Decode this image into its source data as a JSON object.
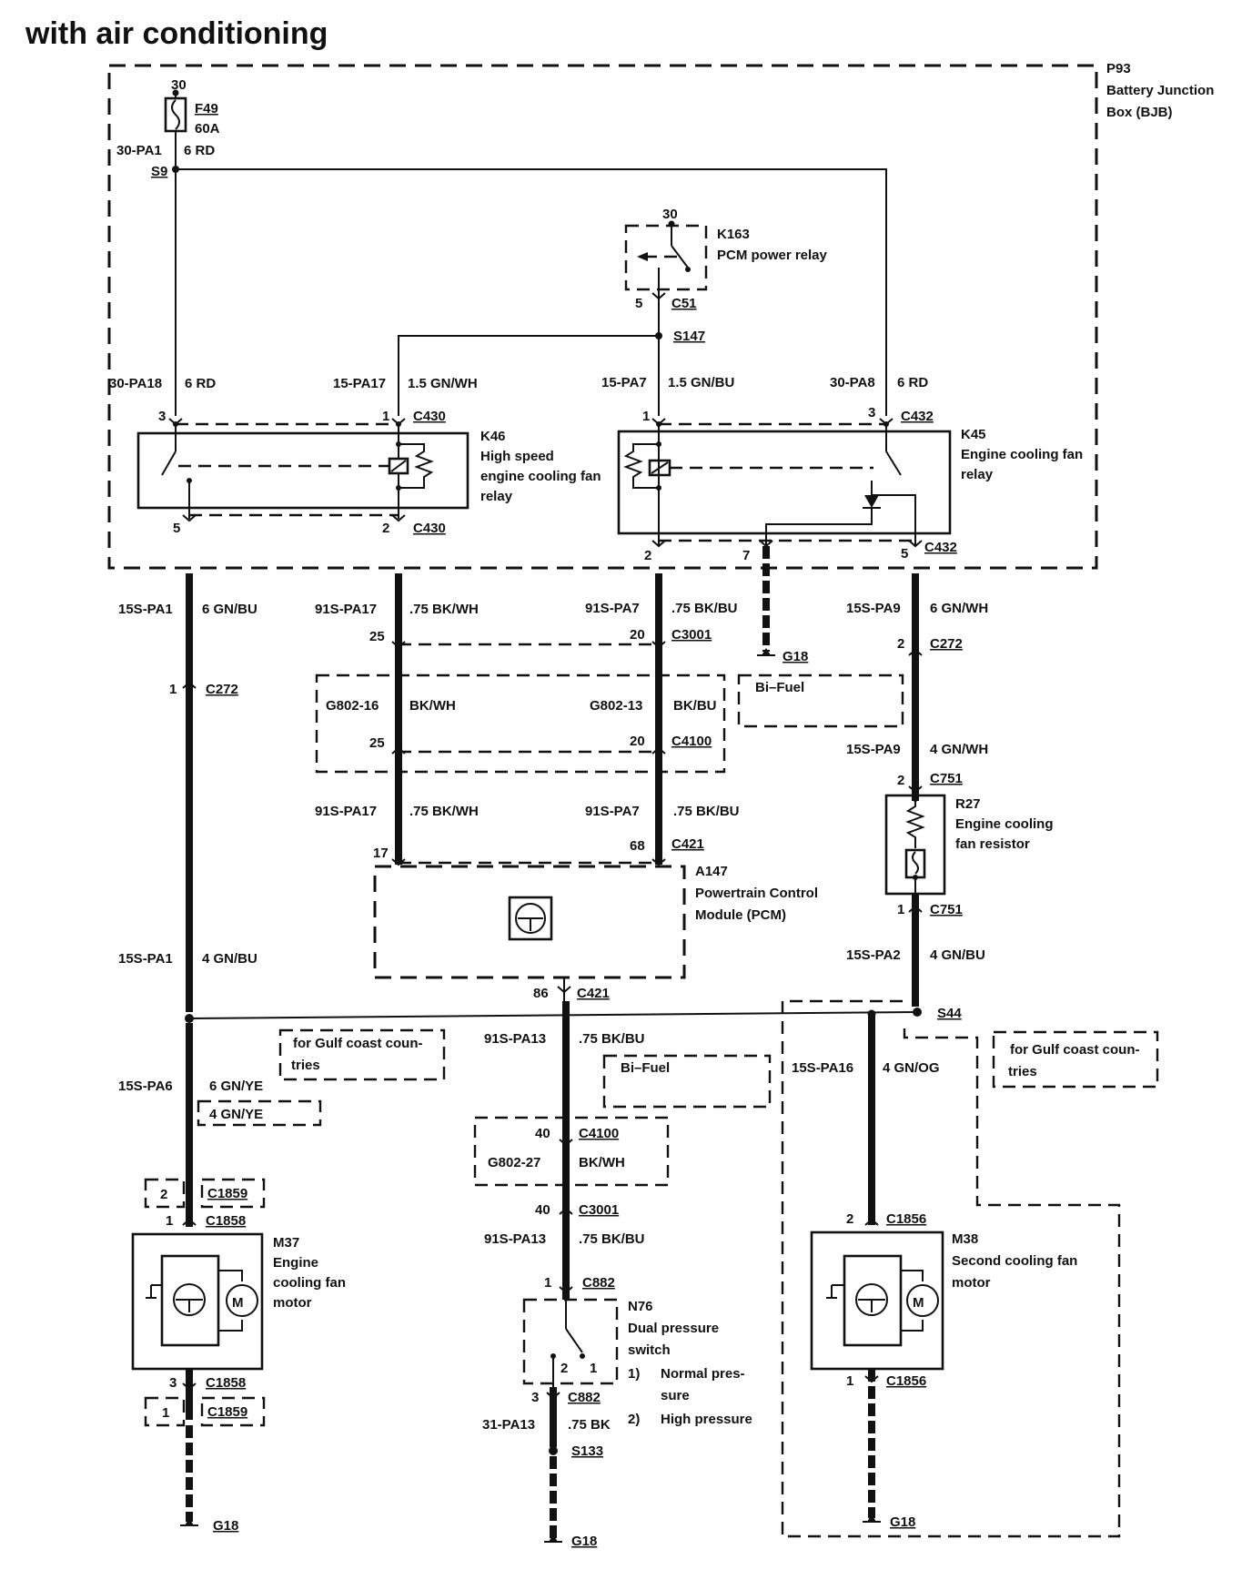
{
  "title": "with air conditioning",
  "bjb": {
    "id": "P93",
    "line1": "Battery Junction",
    "line2": "Box (BJB)"
  },
  "fuse": {
    "id": "F49",
    "rating": "60A",
    "terminal": "30"
  },
  "splices": {
    "s9": "S9",
    "s147": "S147",
    "s44": "S44",
    "s133": "S133"
  },
  "wires": {
    "pa1_top": "30-PA1",
    "pa1_top_spec": "6 RD",
    "pa18": "30-PA18",
    "pa18_spec": "6 RD",
    "pa17_top": "15-PA17",
    "pa17_top_spec": "1.5 GN/WH",
    "pa7_top": "15-PA7",
    "pa7_top_spec": "1.5 GN/BU",
    "pa8": "30-PA8",
    "pa8_spec": "6 RD",
    "s_pa1": "15S-PA1",
    "s_pa1_spec": "6 GN/BU",
    "s_pa17": "91S-PA17",
    "s_pa17_spec": ".75 BK/WH",
    "s_pa7": "91S-PA7",
    "s_pa7_spec": ".75 BK/BU",
    "s_pa9": "15S-PA9",
    "s_pa9_spec": "6 GN/WH",
    "s_pa9b": "15S-PA9",
    "s_pa9b_spec": "4 GN/WH",
    "g802_16": "G802-16",
    "g802_16_spec": "BK/WH",
    "g802_13": "G802-13",
    "g802_13_spec": "BK/BU",
    "s_pa17b": "91S-PA17",
    "s_pa17b_spec": ".75 BK/WH",
    "s_pa7b": "91S-PA7",
    "s_pa7b_spec": ".75 BK/BU",
    "s_pa1b": "15S-PA1",
    "s_pa1b_spec": "4 GN/BU",
    "s_pa2": "15S-PA2",
    "s_pa2_spec": "4 GN/BU",
    "s_pa13": "91S-PA13",
    "s_pa13_spec": ".75 BK/BU",
    "s_pa6": "15S-PA6",
    "s_pa6_spec": "6 GN/YE",
    "s_pa6_alt": "4 GN/YE",
    "s_pa16": "15S-PA16",
    "s_pa16_spec": "4 GN/OG",
    "g802_27": "G802-27",
    "g802_27_spec": "BK/WH",
    "s_pa13b": "91S-PA13",
    "s_pa13b_spec": ".75 BK/BU",
    "pa13_gnd": "31-PA13",
    "pa13_gnd_spec": ".75 BK"
  },
  "components": {
    "k163": {
      "id": "K163",
      "name": "PCM power relay",
      "pin_top": "30",
      "pin_bot": "5",
      "conn": "C51"
    },
    "k46": {
      "id": "K46",
      "l1": "High speed",
      "l2": "engine cooling fan",
      "l3": "relay",
      "p3": "3",
      "p1": "1",
      "p5": "5",
      "p2": "2",
      "conn": "C430"
    },
    "k45": {
      "id": "K45",
      "l1": "Engine cooling fan",
      "l2": "relay",
      "p1": "1",
      "p3": "3",
      "p2": "2",
      "p7": "7",
      "p5": "5",
      "conn": "C432"
    },
    "r27": {
      "id": "R27",
      "l1": "Engine cooling",
      "l2": "fan resistor",
      "p2": "2",
      "p1": "1",
      "conn": "C751"
    },
    "a147": {
      "id": "A147",
      "l1": "Powertrain Control",
      "l2": "Module (PCM)",
      "p17": "17",
      "p68": "68",
      "p86": "86",
      "conn": "C421"
    },
    "m37": {
      "id": "M37",
      "l1": "Engine",
      "l2": "cooling fan",
      "l3": "motor",
      "p1": "1",
      "p2": "2",
      "p3": "3",
      "p1b": "1",
      "conn_a": "C1858",
      "conn_b": "C1859"
    },
    "m38": {
      "id": "M38",
      "l1": "Second cooling fan",
      "l2": "motor",
      "p2": "2",
      "p1": "1",
      "conn": "C1856"
    },
    "n76": {
      "id": "N76",
      "l1": "Dual pressure",
      "l2": "switch",
      "o1n": "1)",
      "o1a": "Normal pres-",
      "o1b": "sure",
      "o2n": "2)",
      "o2": "High pressure",
      "p1": "1",
      "p3": "3",
      "s2": "2",
      "s1": "1",
      "conn": "C882"
    }
  },
  "connectors": {
    "c3001": "C3001",
    "c3001_p25": "25",
    "c3001_p20": "20",
    "c3001_p40": "40",
    "c4100": "C4100",
    "c4100_p25": "25",
    "c4100_p20": "20",
    "c4100_p40": "40",
    "c272": "C272",
    "c272_p2": "2",
    "c272_p1": "1"
  },
  "grounds": {
    "g18": "G18"
  },
  "notes": {
    "bifuel": "Bi–Fuel",
    "gulf1": "for Gulf coast coun-",
    "gulf2": "tries"
  }
}
